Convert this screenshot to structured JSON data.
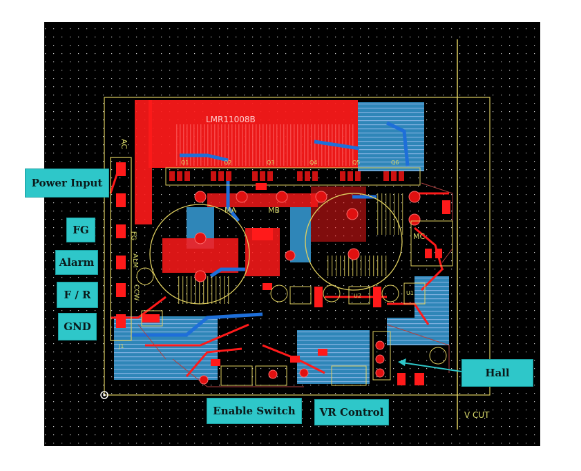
{
  "board": {
    "chip_label": "LMR11008B",
    "vcut_label": "V CUT",
    "silk_labels": [
      "AC",
      "MA",
      "MB",
      "MC",
      "FG",
      "ALM",
      "CCW",
      "Q1",
      "Q2",
      "Q3",
      "Q4",
      "Q5",
      "Q6",
      "J1",
      "U1",
      "U2"
    ]
  },
  "callouts": {
    "power_input": "Power Input",
    "fg": "FG",
    "alarm": "Alarm",
    "fr": "F / R",
    "gnd": "GND",
    "hall": "Hall",
    "enable_switch": "Enable Switch",
    "vr_control": "VR Control"
  },
  "colors": {
    "background": "#000000",
    "copper_top": "#ff1a1a",
    "copper_bottom": "#1e6fd9",
    "pour_bottom": "#2f86b8",
    "silkscreen": "#d8d86a",
    "outline": "#e0d060",
    "callout_fill": "#2ec7c9"
  }
}
